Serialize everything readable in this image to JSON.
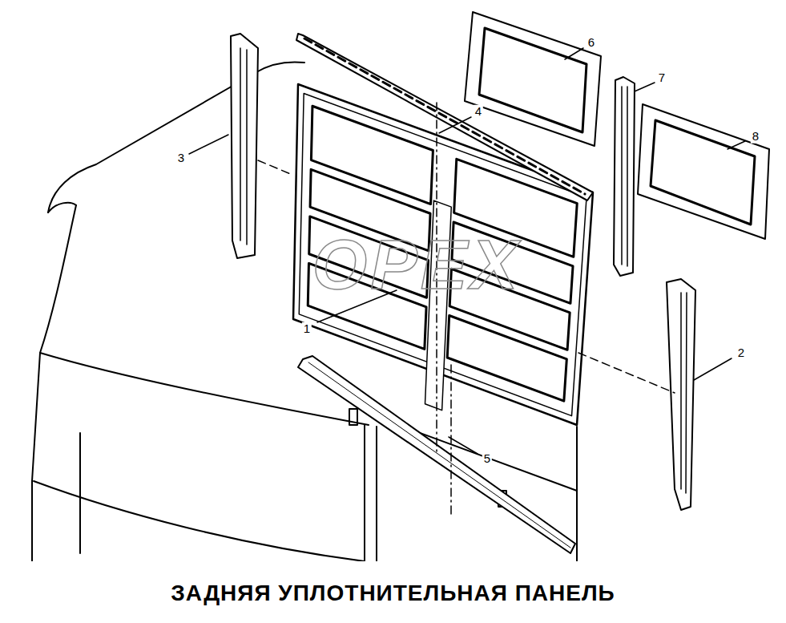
{
  "diagram": {
    "caption": "ЗАДНЯЯ УПЛОТНИТЕЛЬНАЯ ПАНЕЛЬ",
    "labels": [
      "6",
      "7",
      "4",
      "8",
      "3",
      "1",
      "2",
      "5",
      "ОРЕХ"
    ]
  }
}
